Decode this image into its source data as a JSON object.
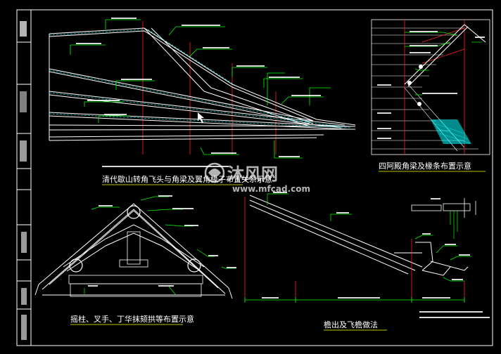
{
  "drawing": {
    "titles": {
      "top_left": "清代歇山转角飞头与角梁及翼角椽子布置关系示意",
      "top_right": "四阿殿角梁及椽条布置示意",
      "bottom_left": "摇柱、叉手、丁华抹颏拱等布置示意",
      "bottom_right": "檐出及飞檐做法"
    },
    "watermark": {
      "brand": "沐风网",
      "url": "www.mfcad.com"
    },
    "colors": {
      "background": "#000000",
      "line_white": "#ffffff",
      "leader_green": "#00ff00",
      "axis_red": "#ff2020",
      "hatch_cyan": "#00ffff",
      "title_underline": "#ffff00"
    }
  }
}
